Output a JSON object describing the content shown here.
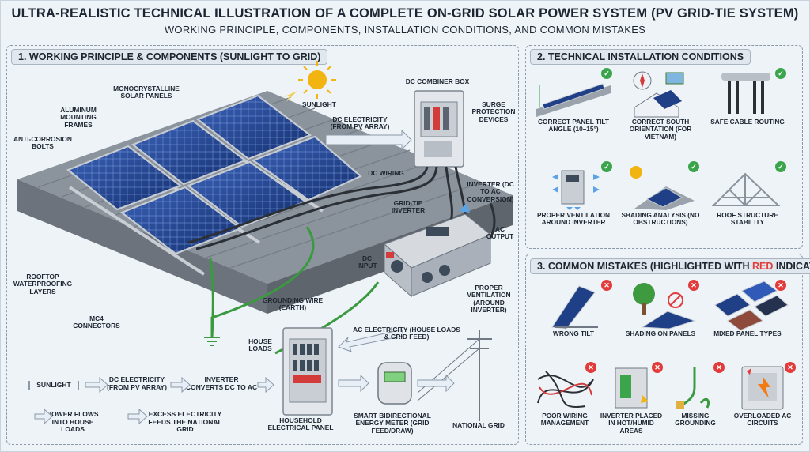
{
  "title": "ULTRA-REALISTIC TECHNICAL ILLUSTRATION OF A COMPLETE ON-GRID SOLAR POWER SYSTEM (PV GRID-TIE SYSTEM)",
  "subtitle": "WORKING PRINCIPLE, COMPONENTS, INSTALLATION CONDITIONS, AND COMMON MISTAKES",
  "section1": {
    "header": "1. WORKING PRINCIPLE & COMPONENTS (SUNLIGHT TO GRID)",
    "labels": {
      "panels": "MONOCRYSTALLINE SOLAR PANELS",
      "frames": "ALUMINUM MOUNTING FRAMES",
      "bolts": "ANTI-CORROSION BOLTS",
      "sunlight": "SUNLIGHT",
      "combiner": "DC COMBINER BOX",
      "surge": "SURGE PROTECTION DEVICES",
      "dc_elec": "DC ELECTRICITY (FROM PV ARRAY)",
      "dc_wiring": "DC WIRING",
      "inverter_conv": "INVERTER (DC TO AC CONVERSION)",
      "grid_tie": "GRID-TIE INVERTER",
      "ac_output": "AC OUTPUT",
      "dc_input": "DC INPUT",
      "proper_vent": "PROPER VENTILATION (AROUND INVERTER)",
      "waterproof": "ROOFTOP WATERPROOFING LAYERS",
      "mc4": "MC4 CONNECTORS",
      "grounding": "GROUNDING WIRE (EARTH)",
      "ac_elec": "AC ELECTRICITY (HOUSE LOADS & GRID FEED)",
      "house_loads": "HOUSE LOADS",
      "panel_house": "HOUSEHOLD ELECTRICAL PANEL",
      "meter": "SMART BIDIRECTIONAL ENERGY METER (GRID FEED/DRAW)",
      "grid": "NATIONAL GRID"
    },
    "flow": {
      "f1": "SUNLIGHT",
      "f2": "DC ELECTRICITY (FROM PV ARRAY)",
      "f3": "INVERTER CONVERTS DC TO AC",
      "f4": "POWER FLOWS INTO HOUSE LOADS",
      "f5": "EXCESS ELECTRICITY FEEDS THE NATIONAL GRID"
    }
  },
  "section2": {
    "header": "2. TECHNICAL INSTALLATION CONDITIONS",
    "items": [
      {
        "label": "CORRECT PANEL TILT ANGLE (10–15°)",
        "icon": "tilt-icon"
      },
      {
        "label": "CORRECT SOUTH ORIENTATION (FOR VIETNAM)",
        "icon": "compass-icon"
      },
      {
        "label": "SAFE CABLE ROUTING",
        "icon": "cable-icon"
      },
      {
        "label": "PROPER VENTILATION AROUND INVERTER",
        "icon": "ventilation-icon"
      },
      {
        "label": "SHADING ANALYSIS (NO OBSTRUCTIONS)",
        "icon": "shading-icon"
      },
      {
        "label": "ROOF STRUCTURE STABILITY",
        "icon": "truss-icon"
      }
    ]
  },
  "section3": {
    "header_pre": "3. COMMON MISTAKES (HIGHLIGHTED WITH ",
    "header_red": "RED",
    "header_post": " INDICATORS)",
    "items": [
      {
        "label": "WRONG TILT",
        "icon": "wrong-tilt-icon"
      },
      {
        "label": "SHADING ON PANELS",
        "icon": "tree-shading-icon"
      },
      {
        "label": "MIXED PANEL TYPES",
        "icon": "mixed-panels-icon"
      },
      {
        "label": "POOR WIRING MANAGEMENT",
        "icon": "tangled-wires-icon"
      },
      {
        "label": "INVERTER PLACED IN HOT/HUMID AREAS",
        "icon": "hot-inverter-icon"
      },
      {
        "label": "MISSING GROUNDING",
        "icon": "loose-ground-icon"
      },
      {
        "label": "OVERLOADED AC CIRCUITS",
        "icon": "burning-panel-icon"
      }
    ]
  },
  "badges": {
    "ok": "✓",
    "bad": "✕"
  },
  "colors": {
    "ok": "#3aa54a",
    "bad": "#e23b3b",
    "panel": "#1f3f86",
    "sun": "#f2b411"
  }
}
